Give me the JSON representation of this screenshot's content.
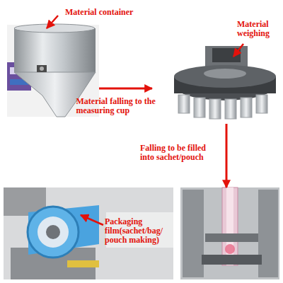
{
  "diagram": {
    "nodes": [
      {
        "text": [
          "Material container"
        ]
      },
      {
        "text": [
          "Material weighing"
        ]
      },
      {
        "text": [
          "Packaging film(sachet/bag/ pouch making)"
        ]
      },
      {
        "text": [
          "Falling to be filled into sachet/pouch"
        ]
      }
    ],
    "edges": [
      {
        "from": 0,
        "to": 1,
        "label": "Material falling to the measuring cup",
        "arrow": "to"
      },
      {
        "from": 1,
        "to": 3,
        "arrow": "to"
      }
    ]
  }
}
